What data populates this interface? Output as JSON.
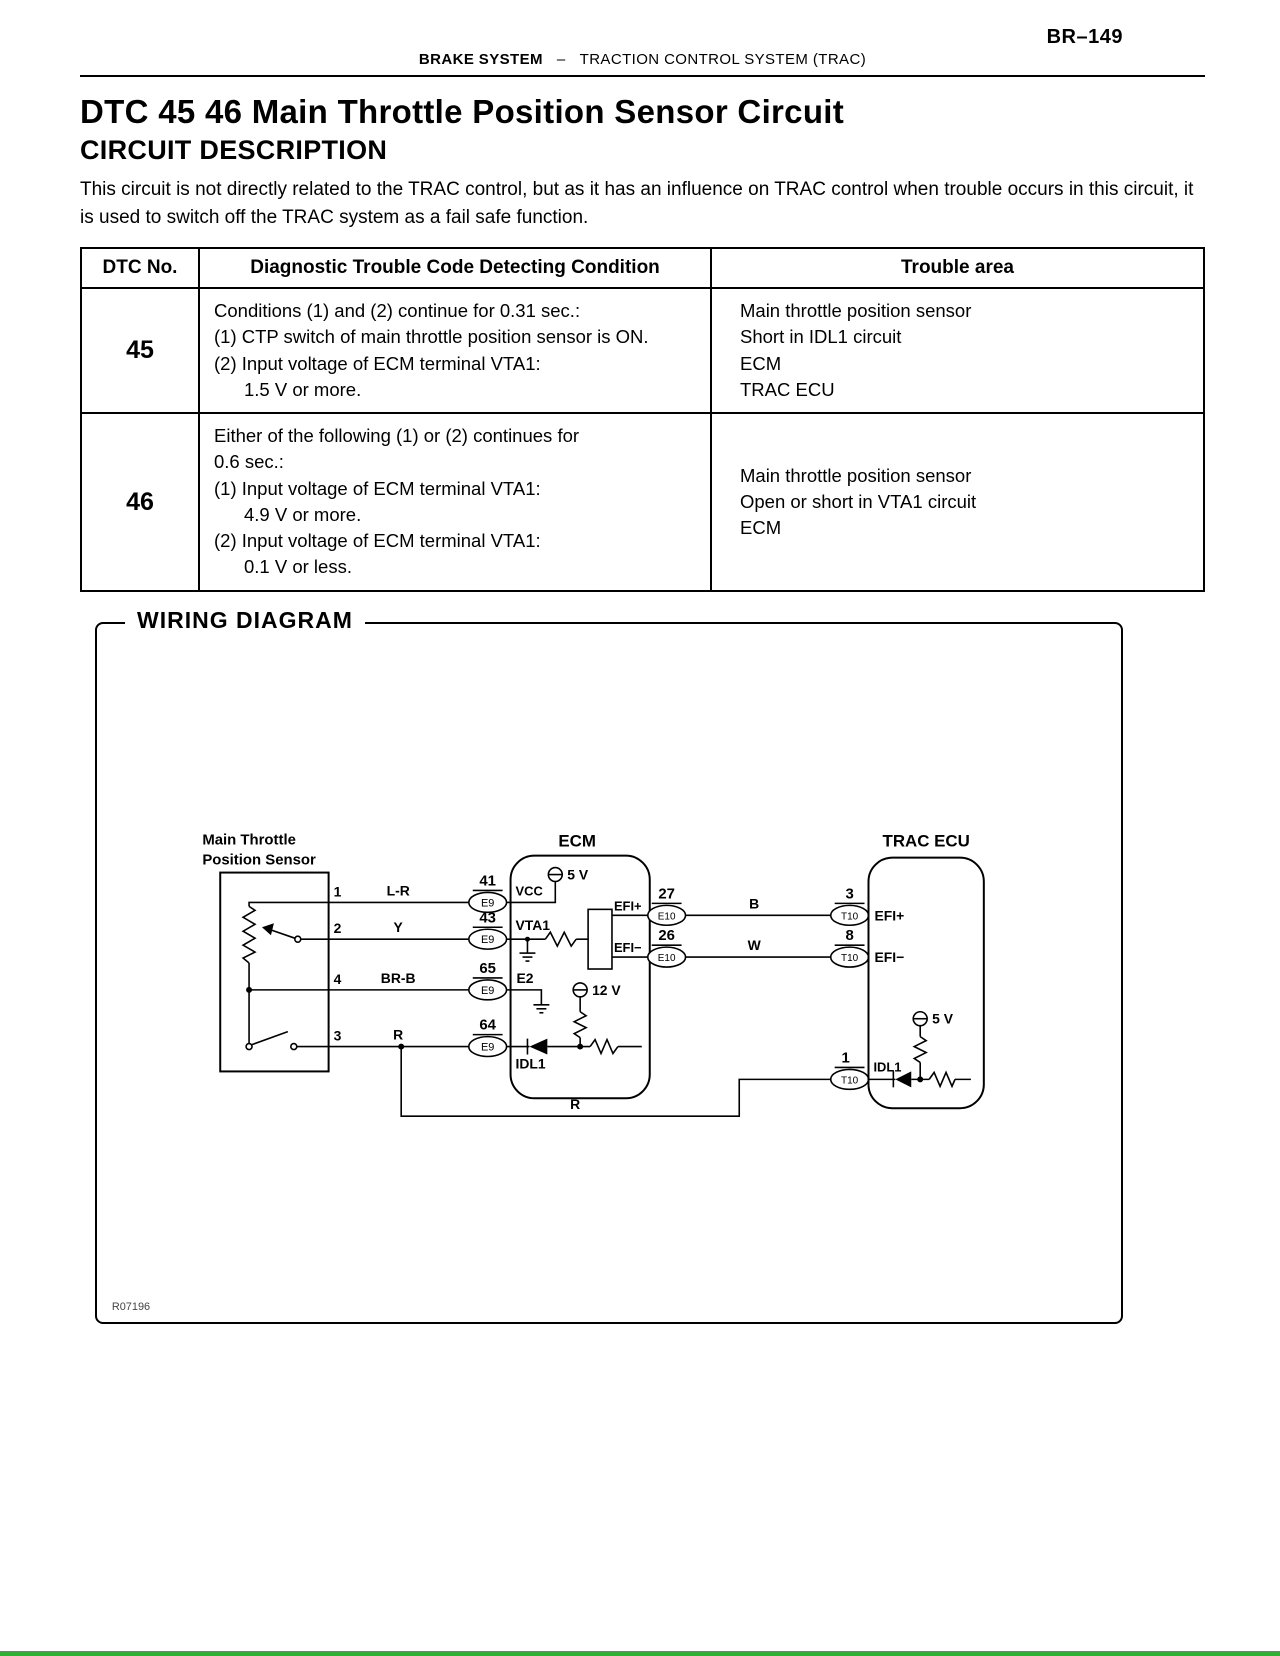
{
  "page": {
    "number": "BR–149",
    "header": {
      "left": "BRAKE SYSTEM",
      "separator": "–",
      "right": "TRACTION CONTROL SYSTEM (TRAC)"
    },
    "title": "DTC 45 46 Main Throttle Position Sensor Circuit",
    "section": "CIRCUIT DESCRIPTION",
    "description": "This circuit is not directly related to the TRAC control, but as it has an influence on TRAC control when trouble occurs in this circuit, it is used to switch off the TRAC system as a fail safe function."
  },
  "dtc_table": {
    "headers": [
      "DTC No.",
      "Diagnostic Trouble Code Detecting Condition",
      "Trouble area"
    ],
    "rows": [
      {
        "dtc": "45",
        "conditions": [
          "Conditions (1) and (2) continue for 0.31 sec.:",
          "(1) CTP switch of main throttle position sensor is ON.",
          "(2) Input voltage of ECM terminal VTA1:",
          "1.5 V or more."
        ],
        "trouble": [
          "Main throttle position sensor",
          "Short in IDL1 circuit",
          "ECM",
          "TRAC ECU"
        ]
      },
      {
        "dtc": "46",
        "conditions": [
          "Either of the following (1) or (2) continues for",
          "0.6 sec.:",
          "(1) Input voltage of ECM terminal VTA1:",
          "4.9 V or more.",
          "(2) Input voltage of ECM terminal VTA1:",
          "0.1 V or less."
        ],
        "trouble": [
          "Main throttle position sensor",
          "Open or short in VTA1 circuit",
          "ECM"
        ]
      }
    ]
  },
  "wiring": {
    "title": "WIRING DIAGRAM",
    "figure_code": "R07196",
    "sensor": {
      "title1": "Main Throttle",
      "title2": "Position Sensor",
      "p1": "1",
      "p2": "2",
      "p4": "4",
      "p3": "3"
    },
    "wires": {
      "lr": "L-R",
      "y": "Y",
      "brb": "BR-B",
      "r": "R",
      "b": "B",
      "w": "W",
      "r2": "R"
    },
    "ecm": {
      "label": "ECM",
      "conn": "E9",
      "conn2": "E10",
      "n41": "41",
      "n43": "43",
      "n65": "65",
      "n64": "64",
      "n27": "27",
      "n26": "26",
      "vcc": "VCC",
      "vta1": "VTA1",
      "e2": "E2",
      "idl1": "IDL1",
      "efip": "EFI+",
      "efim": "EFI−",
      "v5": "5 V",
      "v12": "12 V"
    },
    "trac": {
      "label": "TRAC ECU",
      "conn": "T10",
      "n3": "3",
      "n8": "8",
      "n1": "1",
      "efip": "EFI+",
      "efim": "EFI−",
      "idl1": "IDL1",
      "v5": "5 V"
    }
  }
}
